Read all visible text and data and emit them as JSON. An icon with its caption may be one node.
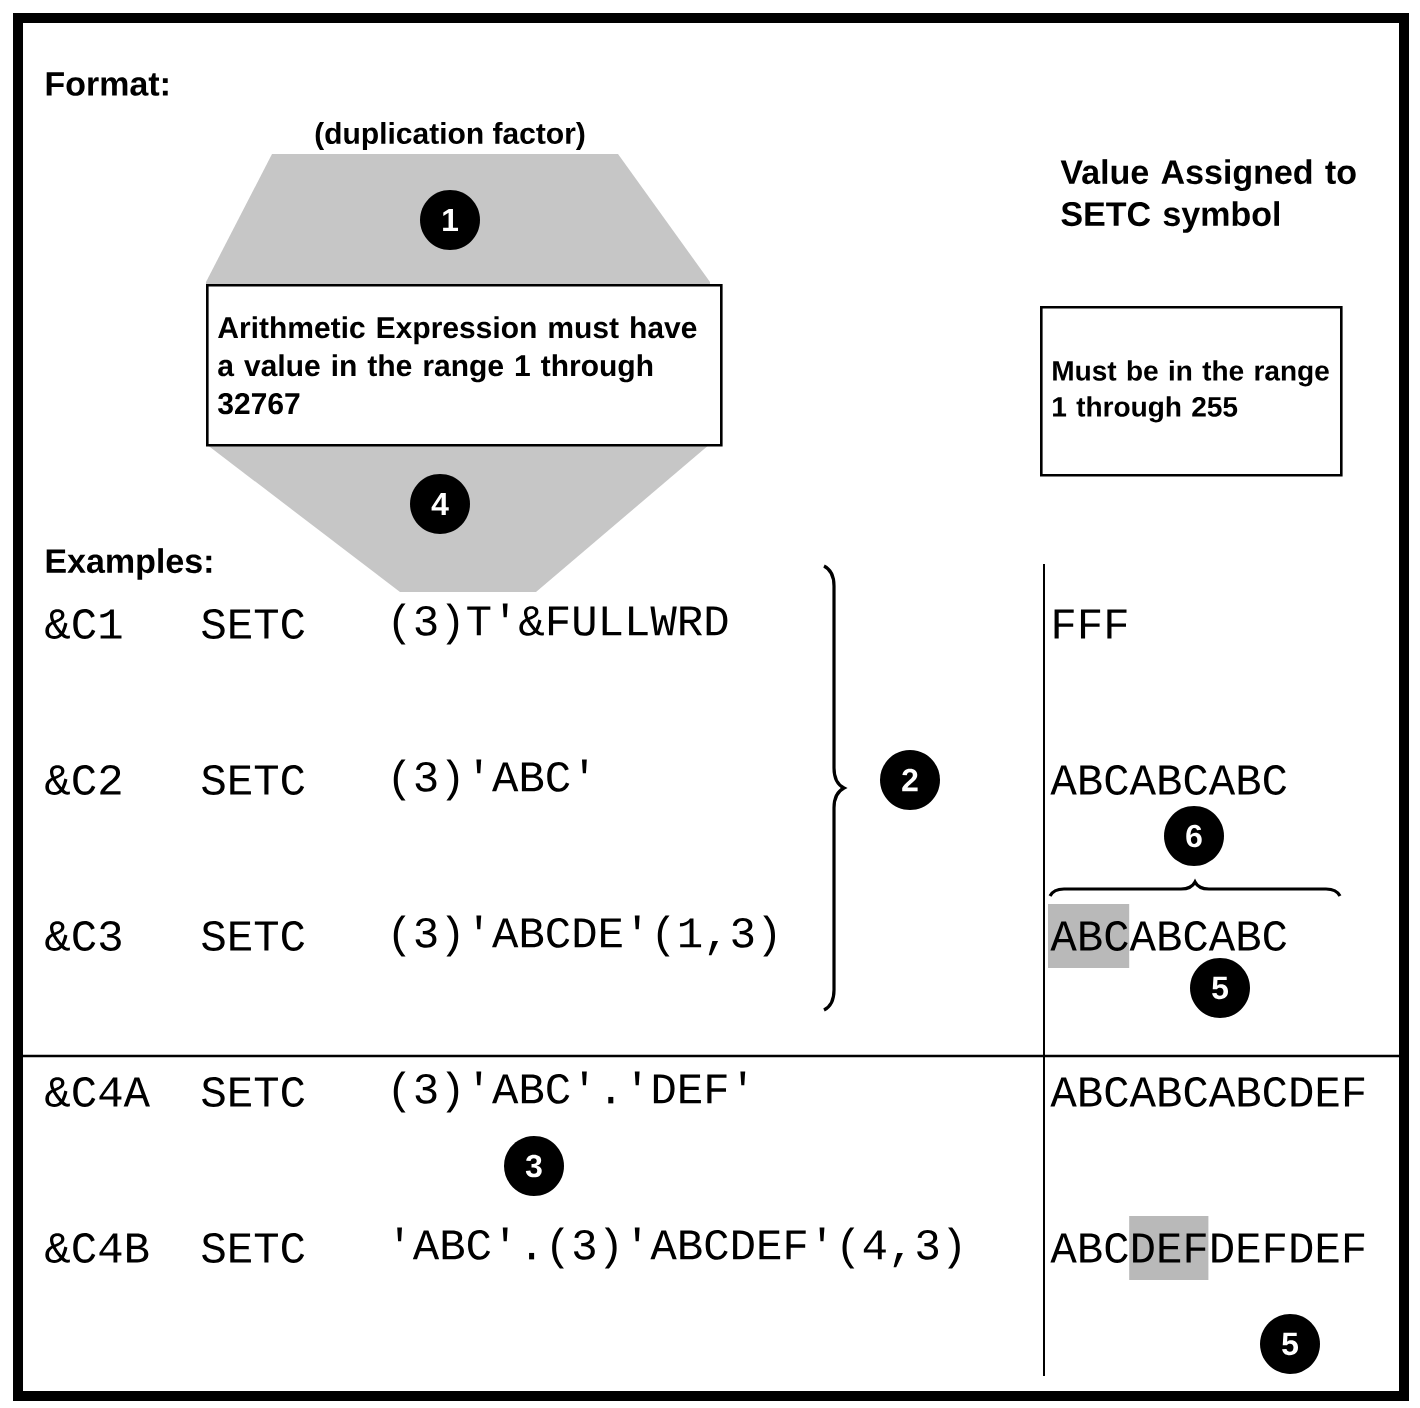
{
  "diagram": {
    "nodes": [
      {
        "text": [
          "Arithmetic Expression must have a value in the range 1 through 32767"
        ]
      },
      {
        "text": [
          "Must be in the range 1 through 255"
        ]
      }
    ],
    "labels": [
      "Format:",
      "(duplication factor)",
      "1",
      "Value Assigned to SETC symbol",
      "4",
      "Examples:",
      "&C1",
      "SETC",
      "(3)T'&FULLWRD",
      "FFF",
      "&C2",
      "SETC",
      "(3)'ABC'",
      "2",
      "ABCABCABC",
      "6",
      "&C3",
      "SETC",
      "(3)'ABCDE'(1,3)",
      "ABCABCABC",
      "5",
      "&C4A",
      "SETC",
      "(3)'ABC'.'DEF'",
      "ABCABCABCDEF",
      "3",
      "&C4B",
      "SETC",
      "'ABC'.(3)'ABCDEF'(4,3)",
      "ABCDEFDEFDEF",
      "5"
    ]
  }
}
